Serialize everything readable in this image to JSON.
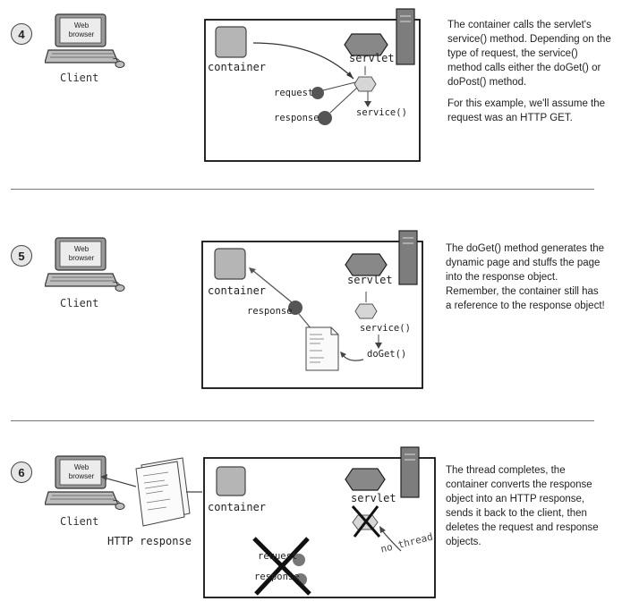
{
  "steps": [
    {
      "number": "4",
      "client_label": "Client",
      "browser_label_line1": "Web",
      "browser_label_line2": "browser",
      "container_label": "container",
      "servlet_label": "servlet",
      "request_label": "request",
      "response_label": "response",
      "method_label": "service()",
      "paragraphs": [
        "The container calls the servlet's service() method.  Depending on the type of request, the service() method calls either the doGet() or doPost() method.",
        "For this example, we'll assume the request was an HTTP GET."
      ]
    },
    {
      "number": "5",
      "client_label": "Client",
      "browser_label_line1": "Web",
      "browser_label_line2": "browser",
      "container_label": "container",
      "servlet_label": "servlet",
      "response_label": "response",
      "method_label": "service()",
      "method2_label": "doGet()",
      "paragraphs": [
        "The doGet() method generates the dynamic page and stuffs the page into the response object. Remember, the container still has a reference to the response object!"
      ]
    },
    {
      "number": "6",
      "client_label": "Client",
      "browser_label_line1": "Web",
      "browser_label_line2": "browser",
      "http_response_label": "HTTP response",
      "container_label": "container",
      "servlet_label": "servlet",
      "request_label": "request",
      "response_label": "response",
      "no_thread_label": "no thread",
      "paragraphs": [
        "The thread completes, the container converts the response object into an HTTP response, sends it back to the client, then deletes the request and response objects."
      ]
    }
  ]
}
